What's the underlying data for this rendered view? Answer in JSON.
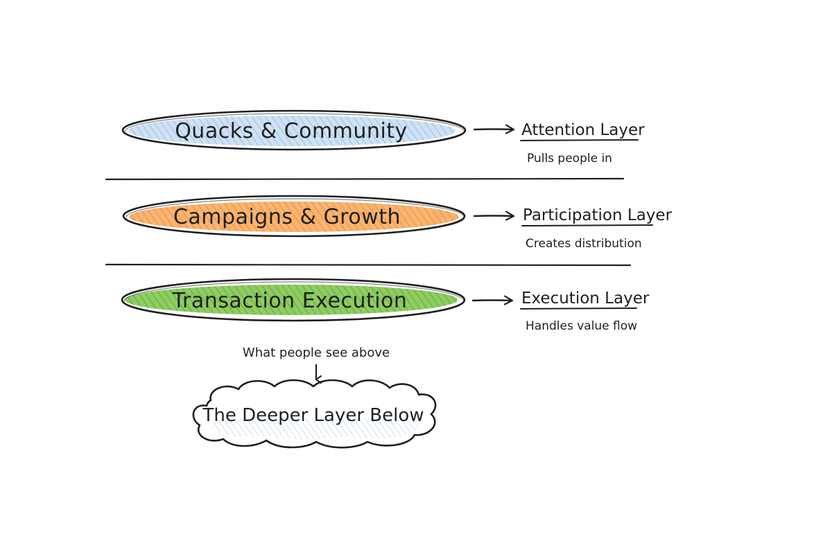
{
  "layers": [
    {
      "pill_label": "Quacks & Community",
      "layer_title": "Attention Layer",
      "layer_description": "Pulls people in",
      "fill_color": "#bcd7ef"
    },
    {
      "pill_label": "Campaigns & Growth",
      "layer_title": "Participation Layer",
      "layer_description": "Creates distribution",
      "fill_color": "#f5a55c"
    },
    {
      "pill_label": "Transaction Execution",
      "layer_title": "Execution Layer",
      "layer_description": "Handles value flow",
      "fill_color": "#7cc24f"
    }
  ],
  "note": {
    "label": "What people see above"
  },
  "cloud": {
    "label": "The Deeper Layer Below",
    "shading_color": "#cfe3f3"
  },
  "ink_color": "#1f1f1f"
}
